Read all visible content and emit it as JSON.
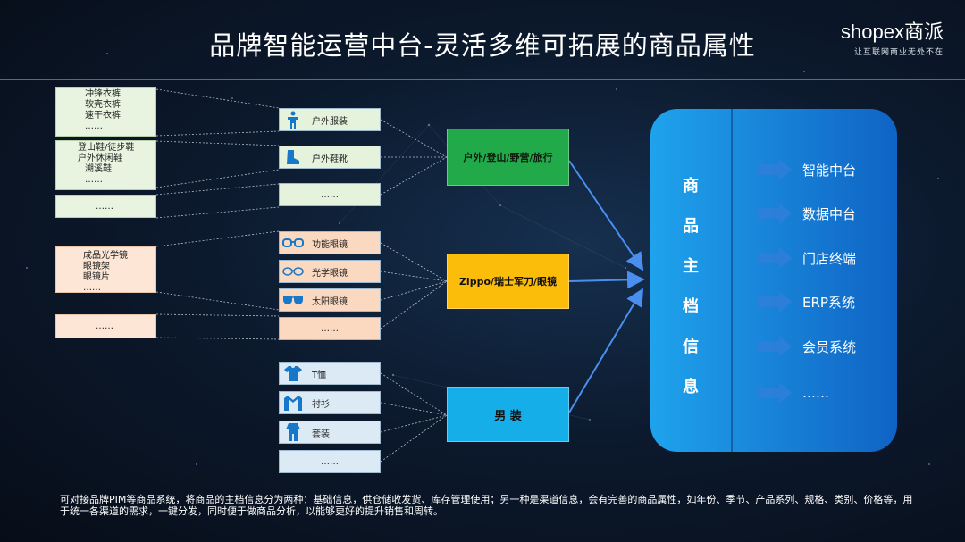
{
  "title": "品牌智能运营中台-灵活多维可拓展的商品属性",
  "logo": {
    "brand": "shopex商派",
    "slogan": "让互联网商业无处不在"
  },
  "sources": [
    {
      "lines": [
        "冲锋衣裤",
        "软壳衣裤",
        "速干衣裤",
        "……"
      ]
    },
    {
      "lines": [
        "登山鞋/徒步鞋",
        "户外休闲鞋",
        "溯溪鞋",
        "……"
      ]
    },
    {
      "lines": [
        "……"
      ]
    },
    {
      "lines": [
        "成品光学镜",
        "眼镜架",
        "眼镜片",
        "……"
      ]
    },
    {
      "lines": [
        "……"
      ]
    }
  ],
  "middle": [
    {
      "label": "户外服装",
      "icon": "outdoor-clothing-icon"
    },
    {
      "label": "户外鞋靴",
      "icon": "boot-icon"
    },
    {
      "label": "……",
      "icon": ""
    },
    {
      "label": "功能眼镜",
      "icon": "goggles-icon"
    },
    {
      "label": "光学眼镜",
      "icon": "glasses-icon"
    },
    {
      "label": "太阳眼镜",
      "icon": "sunglasses-icon"
    },
    {
      "label": "……",
      "icon": ""
    },
    {
      "label": "T恤",
      "icon": "tshirt-icon"
    },
    {
      "label": "衬衫",
      "icon": "shirt-icon"
    },
    {
      "label": "套装",
      "icon": "suit-icon"
    },
    {
      "label": "……",
      "icon": ""
    }
  ],
  "categories": [
    {
      "label": "户外/登山/野营/旅行",
      "color": "#21a94a"
    },
    {
      "label": "Zippo/瑞士军刀/眼镜",
      "color": "#fbbd0a"
    },
    {
      "label": "男 装",
      "color": "#16aee9"
    }
  ],
  "master": {
    "chars": [
      "商",
      "品",
      "主",
      "档",
      "信",
      "息"
    ],
    "outputs": [
      "智能中台",
      "数据中台",
      "门店终端",
      "ERP系统",
      "会员系统",
      "……"
    ]
  },
  "footer": "可对接品牌PIM等商品系统，将商品的主档信息分为两种：基础信息，供仓储收发货、库存管理使用；另一种是渠道信息，会有完善的商品属性，如年份、季节、产品系列、规格、类别、价格等，用于统一各渠道的需求，一键分发，同时便于做商品分析，以能够更好的提升销售和周转。"
}
